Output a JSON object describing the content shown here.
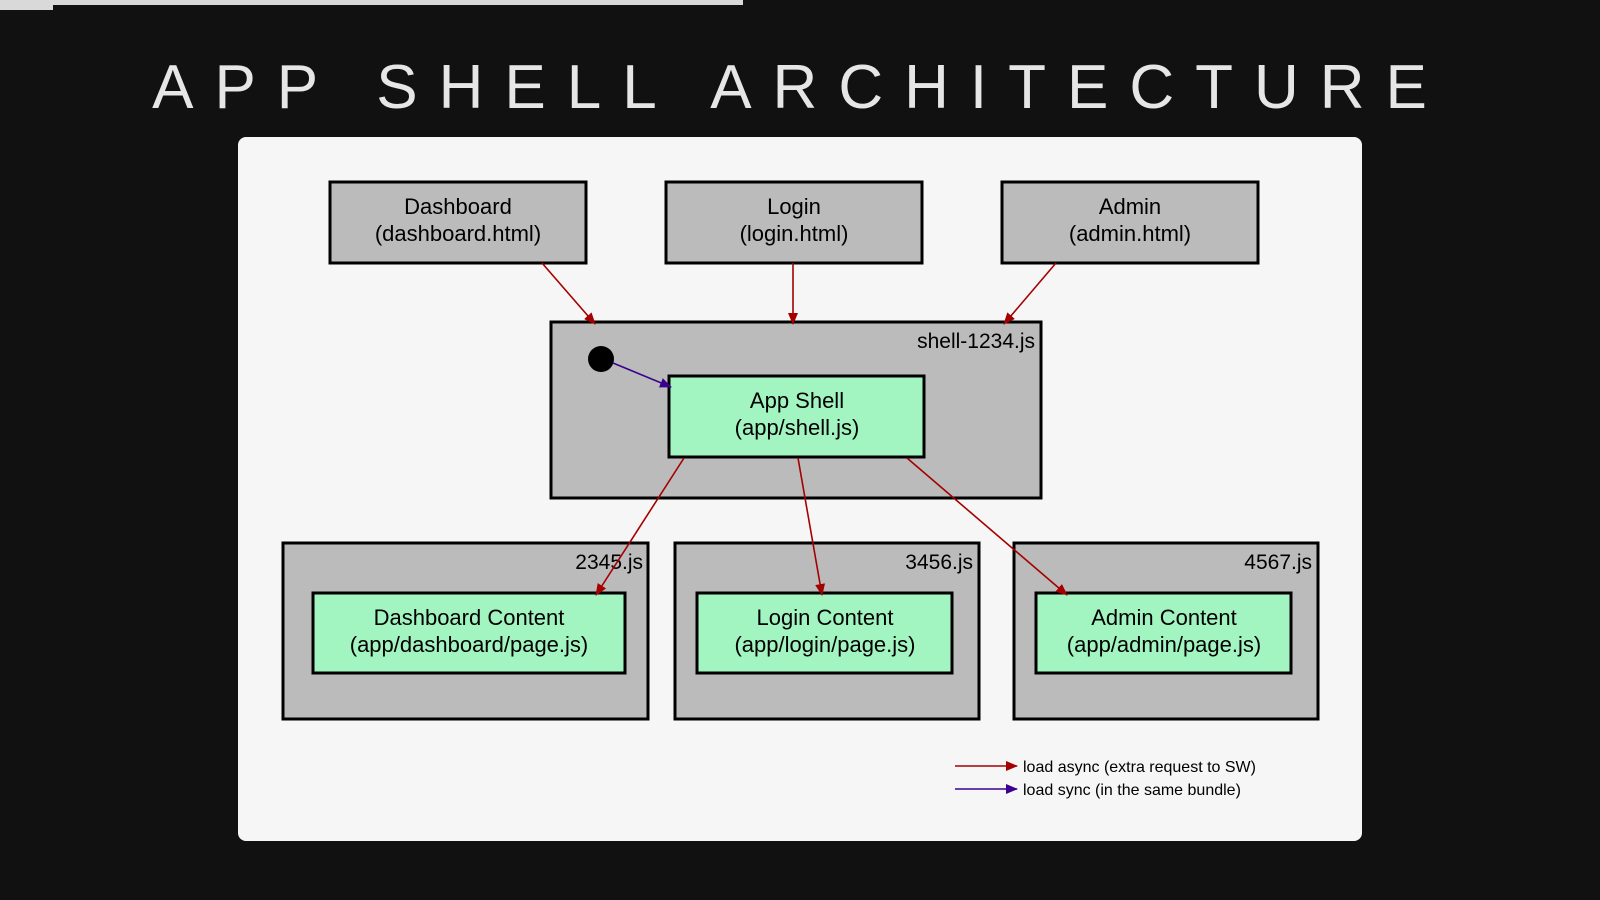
{
  "slide": {
    "title": "APP SHELL ARCHITECTURE"
  },
  "colors": {
    "background": "#111111",
    "panel": "#f6f6f6",
    "bundle_fill": "#bbbbbb",
    "module_fill": "#a2f5c0",
    "async_arrow": "#a50000",
    "sync_arrow": "#3a0090"
  },
  "pages": [
    {
      "name": "Dashboard",
      "file": "(dashboard.html)"
    },
    {
      "name": "Login",
      "file": "(login.html)"
    },
    {
      "name": "Admin",
      "file": "(admin.html)"
    }
  ],
  "shell_bundle": {
    "label": "shell-1234.js",
    "module": {
      "name": "App Shell",
      "file": "(app/shell.js)"
    }
  },
  "content_bundles": [
    {
      "label": "2345.js",
      "module": {
        "name": "Dashboard Content",
        "file": "(app/dashboard/page.js)"
      }
    },
    {
      "label": "3456.js",
      "module": {
        "name": "Login Content",
        "file": "(app/login/page.js)"
      }
    },
    {
      "label": "4567.js",
      "module": {
        "name": "Admin Content",
        "file": "(app/admin/page.js)"
      }
    }
  ],
  "legend": {
    "async": "load async (extra request to SW)",
    "sync": "load sync (in the same bundle)"
  }
}
